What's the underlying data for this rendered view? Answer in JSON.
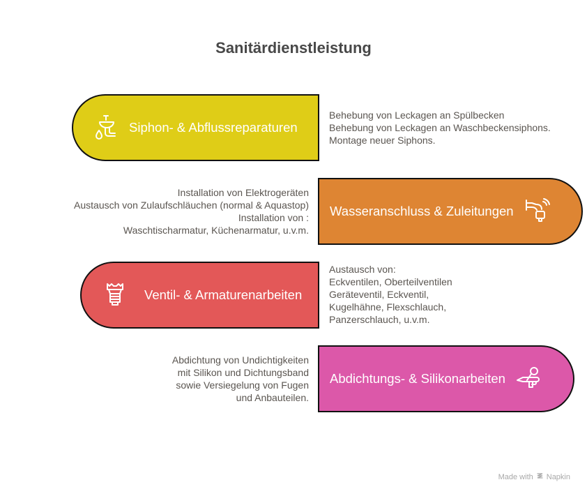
{
  "title": "Sanitärdienstleistung",
  "colors": {
    "item1": "#dfcd17",
    "item2": "#de8533",
    "item3": "#e35858",
    "item4": "#dc58a9",
    "text": "#5a5550",
    "title": "#484848"
  },
  "items": [
    {
      "label": "Siphon- & Abflussreparaturen",
      "icon": "sink-drain-icon",
      "side": "left",
      "description": "Behebung von Leckagen an Spülbecken\nBehebung von Leckagen an Waschbeckensiphons.\nMontage neuer Siphons."
    },
    {
      "label": "Wasseranschluss & Zuleitungen",
      "icon": "faucet-smart-icon",
      "side": "right",
      "description": "Installation von Elektrogeräten\nAustausch von Zulaufschläuchen (normal & Aquastop)\nInstallation von :\nWaschtischarmatur, Küchenarmatur, u.v.m."
    },
    {
      "label": "Ventil- & Armaturenarbeiten",
      "icon": "valve-fitting-icon",
      "side": "left",
      "description": "Austausch von:\nEckventilen, Oberteilventilen\nGeräteventil, Eckventil,\nKugelhähne, Flexschlauch,\nPanzerschlauch, u.v.m."
    },
    {
      "label": "Abdichtungs- & Silikonarbeiten",
      "icon": "silicone-gun-icon",
      "side": "right",
      "description": "Abdichtung von Undichtigkeiten\nmit Silikon und Dichtungsband\nsowie Versiegelung von Fugen\nund Anbauteilen."
    }
  ],
  "footer": {
    "made_with": "Made with",
    "brand": "Napkin"
  }
}
